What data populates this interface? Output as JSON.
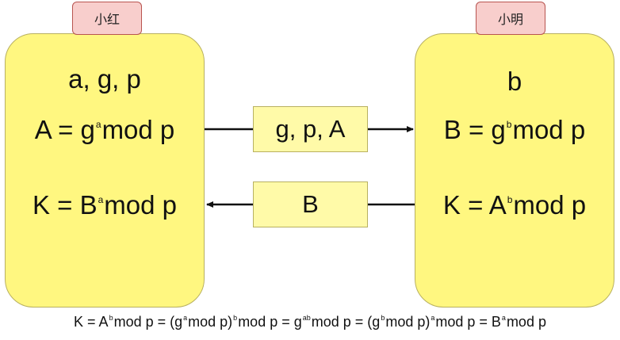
{
  "left_party": {
    "name": "小红",
    "values": "a, g, p",
    "line1": {
      "lhs": "A = g",
      "exp": "a",
      "rest": "mod p"
    },
    "line2": {
      "lhs": "K = B",
      "exp": "a",
      "rest": "mod p"
    }
  },
  "right_party": {
    "name": "小明",
    "values": "b",
    "line1": {
      "lhs": "B = g",
      "exp": "b",
      "rest": "mod p"
    },
    "line2": {
      "lhs": "K = A",
      "exp": "b",
      "rest": "mod p"
    }
  },
  "messages": {
    "to_right": "g, p, A",
    "to_left": "B"
  },
  "formula": {
    "p1": "K = A",
    "e1": "b",
    "p2": "mod p = (g",
    "e2": "a",
    "p3": "mod p)",
    "e3": "b",
    "p4": "mod p = g",
    "e4": "ab",
    "p5": "mod p = (g",
    "e5": "b",
    "p6": "mod p)",
    "e6": "a",
    "p7": "mod p = B",
    "e7": "a",
    "p8": "mod p"
  },
  "colors": {
    "party_fill": "#fff780",
    "name_fill": "#f8cecc",
    "message_fill": "#fffaa8",
    "arrow": "#111111"
  }
}
